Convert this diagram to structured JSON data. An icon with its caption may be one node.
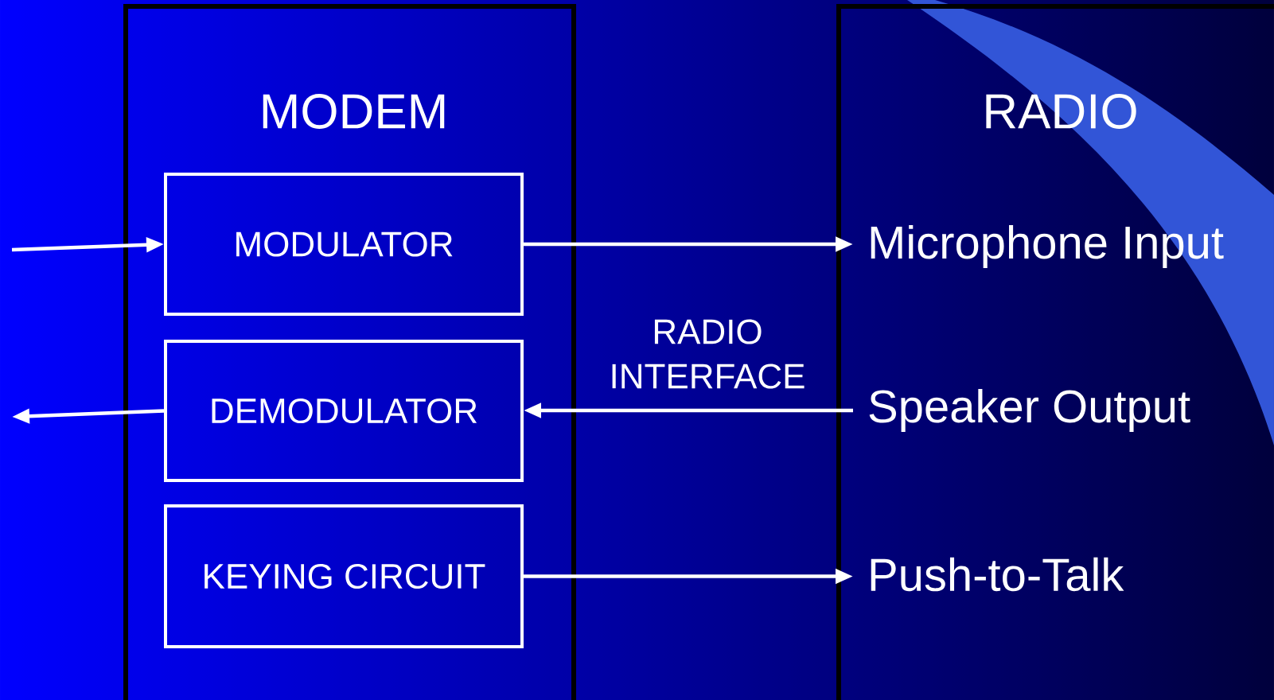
{
  "diagram": {
    "nodes": [
      {
        "text": [
          "MODEM"
        ]
      },
      {
        "text": [
          "MODULATOR"
        ],
        "in": 0
      },
      {
        "text": [
          "DEMODULATOR"
        ],
        "in": 0
      },
      {
        "text": [
          "KEYING CIRCUIT"
        ],
        "in": 0
      },
      {
        "text": [
          "RADIO"
        ]
      },
      {
        "text": [
          "Microphone Input"
        ],
        "in": 4
      },
      {
        "text": [
          "Speaker Output"
        ],
        "in": 4
      },
      {
        "text": [
          "Push-to-Talk"
        ],
        "in": 4
      }
    ],
    "edges": [
      {
        "from": null,
        "to": 1,
        "arrow": "to"
      },
      {
        "from": 1,
        "to": 5,
        "arrow": "to"
      },
      {
        "from": 6,
        "to": 2,
        "arrow": "to"
      },
      {
        "from": 2,
        "to": null,
        "arrow": "to"
      },
      {
        "from": 3,
        "to": 7,
        "arrow": "to"
      }
    ],
    "labels": [
      "RADIO INTERFACE"
    ]
  }
}
